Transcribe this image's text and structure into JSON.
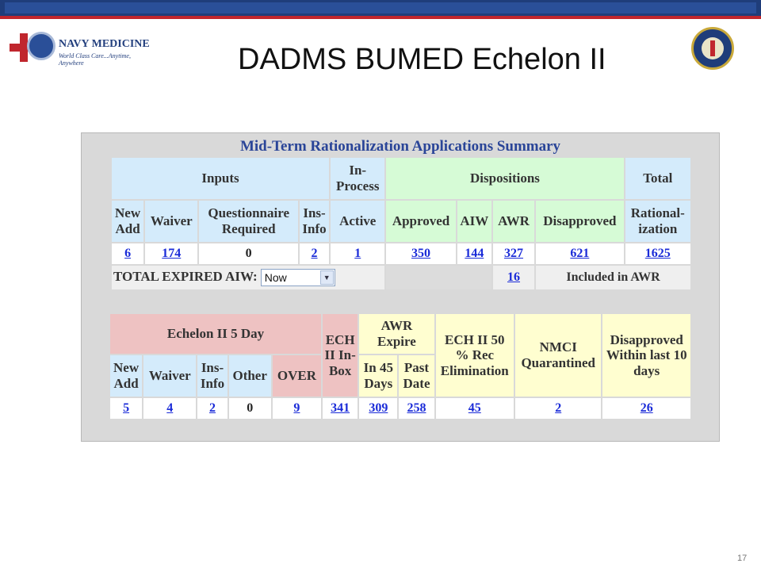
{
  "header": {
    "brand": "NAVY MEDICINE",
    "tagline": "World Class Care...Anytime, Anywhere",
    "title": "DADMS BUMED Echelon II"
  },
  "summary": {
    "title": "Mid-Term Rationalization Applications Summary",
    "groups": {
      "inputs": "Inputs",
      "in_process": "In-Process",
      "dispositions": "Dispositions",
      "total": "Total"
    },
    "columns": {
      "new_add": "New Add",
      "waiver": "Waiver",
      "questionnaire": "Questionnaire Required",
      "ins_info": "Ins-Info",
      "active": "Active",
      "approved": "Approved",
      "aiw": "AIW",
      "awr": "AWR",
      "disapproved": "Disapproved",
      "rationalization": "Rational-ization"
    },
    "values": {
      "new_add": "6",
      "waiver": "174",
      "questionnaire": "0",
      "ins_info": "2",
      "active": "1",
      "approved": "350",
      "aiw": "144",
      "awr": "327",
      "disapproved": "621",
      "rationalization": "1625"
    },
    "expired": {
      "label": "TOTAL EXPIRED AIW:",
      "select_value": "Now",
      "count": "16",
      "note": "Included in AWR"
    }
  },
  "echelon": {
    "groups": {
      "five_day": "Echelon II 5 Day",
      "ech_in_box": "ECH II In-Box",
      "awr_expire": "AWR Expire",
      "ech_rec": "ECH II 50 % Rec Elimination",
      "nmci": "NMCI Quarantined",
      "disapproved_recent": "Disapproved Within last 10 days"
    },
    "columns": {
      "new_add": "New Add",
      "waiver": "Waiver",
      "ins_info": "Ins-Info",
      "other": "Other",
      "over": "OVER",
      "in45": "In 45 Days",
      "past_date": "Past Date"
    },
    "values": {
      "new_add": "5",
      "waiver": "4",
      "ins_info": "2",
      "other": "0",
      "over": "9",
      "ech_in_box": "341",
      "in45": "309",
      "past_date": "258",
      "ech_rec": "45",
      "nmci": "2",
      "disapproved_recent": "26"
    }
  },
  "footer": {
    "page_number": "17"
  },
  "colors": {
    "header_navy": "#1f3d7a",
    "header_red": "#c0262d",
    "link": "#1a2bd8",
    "inputs_blue": "#d4ebfb",
    "dispositions_green": "#d6fbd6",
    "echelon_pink": "#eec2c2",
    "expire_yellow": "#fffed0"
  }
}
